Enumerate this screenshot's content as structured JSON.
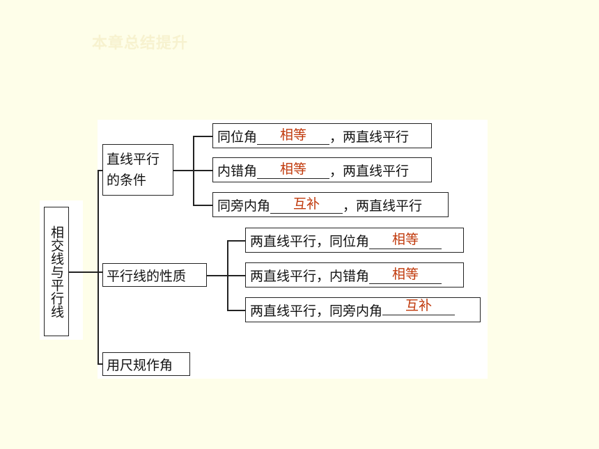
{
  "slide_title": "本章总结提升",
  "root": {
    "label": "相交线与平行线"
  },
  "branches": [
    {
      "label": "直线平行的条件",
      "items": [
        {
          "prefix": "同位角",
          "answer": "相等",
          "suffix": "，两直线平行"
        },
        {
          "prefix": "内错角",
          "answer": "相等",
          "suffix": "，两直线平行"
        },
        {
          "prefix": "同旁内角",
          "answer": "互补",
          "suffix": "，两直线平行"
        }
      ]
    },
    {
      "label": "平行线的性质",
      "items": [
        {
          "prefix": "两直线平行，同位角",
          "answer": "相等",
          "suffix": ""
        },
        {
          "prefix": "两直线平行，内错角",
          "answer": "相等",
          "suffix": ""
        },
        {
          "prefix": "两直线平行，同旁内角",
          "answer": "互补",
          "suffix": ""
        }
      ]
    },
    {
      "label": "用尺规作角"
    }
  ],
  "colors": {
    "background": "#fefee9",
    "answer": "#c0390b",
    "title": "#f7f2cf"
  }
}
